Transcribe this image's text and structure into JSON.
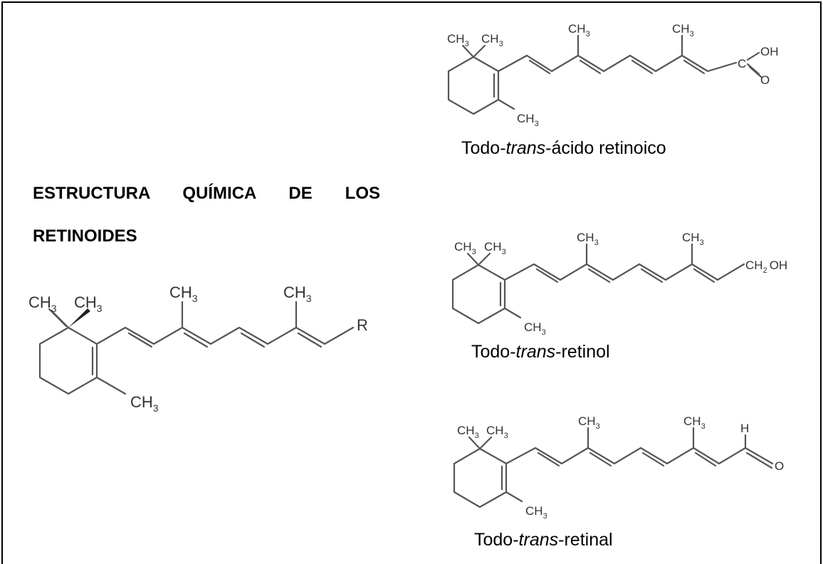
{
  "heading": {
    "line1": "ESTRUCTURA   QUÍMICA   DE   LOS",
    "line2": "RETINOIDES"
  },
  "structures": {
    "general": {
      "labels": {
        "ch3_a": "CH",
        "ch3_b": "CH",
        "ch3_c": "CH",
        "ch3_d": "CH",
        "ch3_e": "CH",
        "sub": "3",
        "r": "R"
      }
    },
    "acid": {
      "caption_pre": "Todo-",
      "caption_italic": "trans",
      "caption_post": "-ácido retinoico",
      "labels": {
        "ch": "CH",
        "sub": "3",
        "c": "C",
        "oh": "OH",
        "o": "O"
      }
    },
    "retinol": {
      "caption_pre": "Todo-",
      "caption_italic": "trans",
      "caption_post": "-retinol",
      "labels": {
        "ch": "CH",
        "sub": "3",
        "ch2": "CH",
        "sub2": "2",
        "oh": "OH"
      }
    },
    "retinal": {
      "caption_pre": "Todo-",
      "caption_italic": "trans",
      "caption_post": "-retinal",
      "labels": {
        "ch": "CH",
        "sub": "3",
        "h": "H",
        "o": "O"
      }
    }
  }
}
